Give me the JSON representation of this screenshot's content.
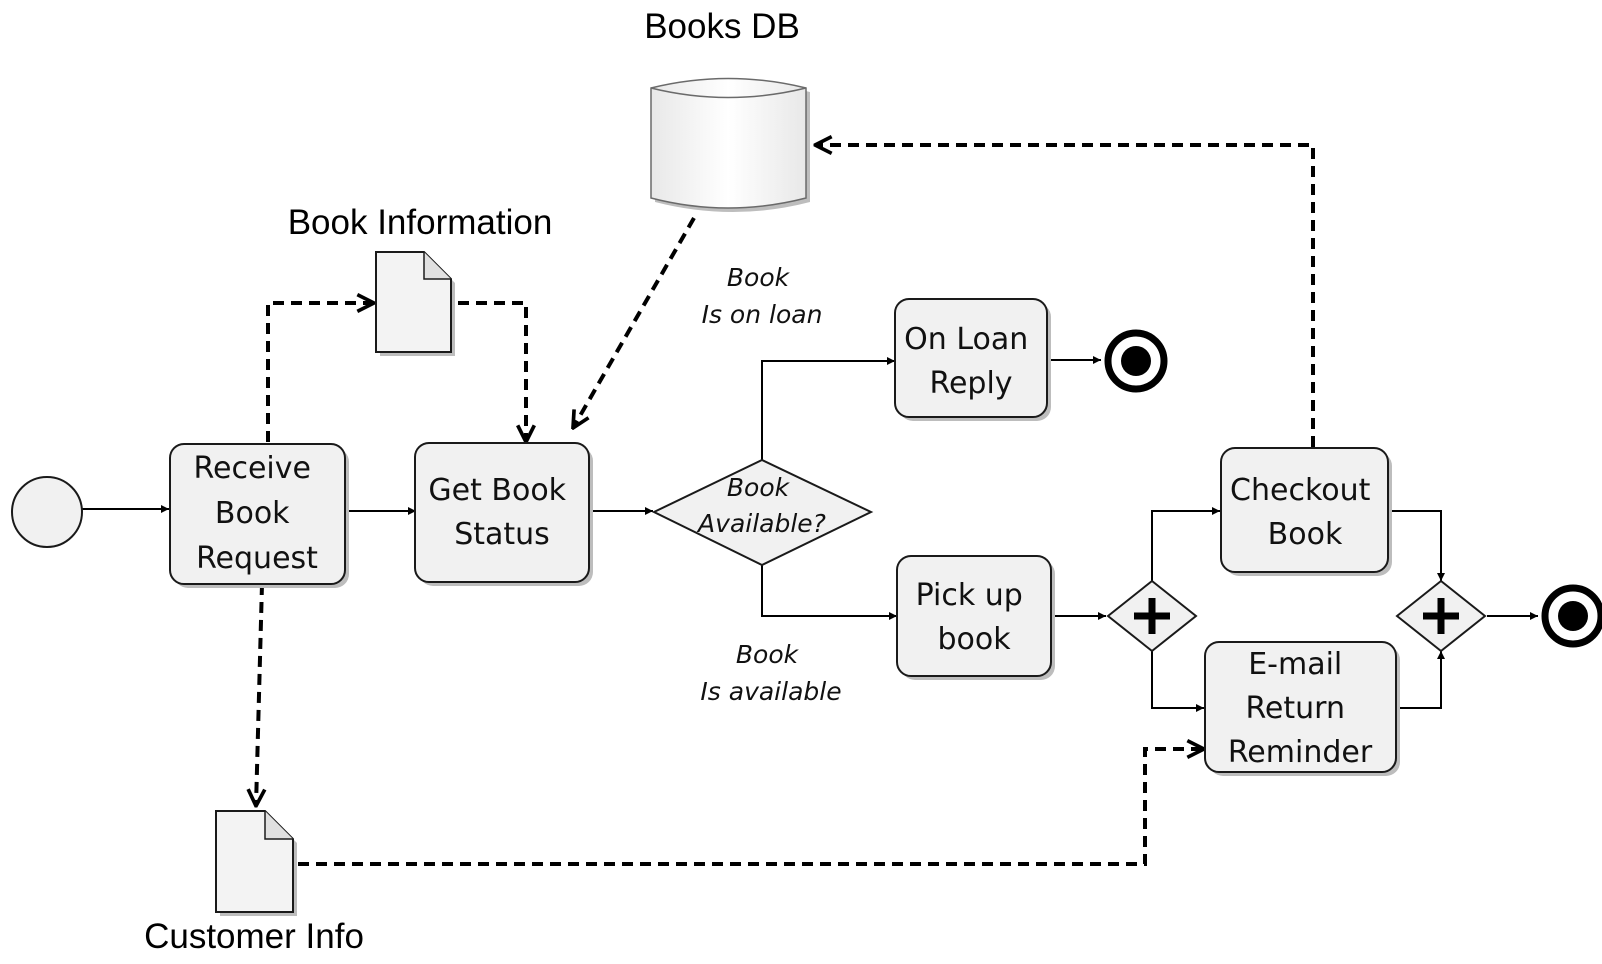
{
  "data_stores": [
    {
      "label": "Books DB"
    }
  ],
  "data_objects": [
    {
      "label": "Book Information"
    },
    {
      "label": "Customer Info"
    }
  ],
  "tasks": [
    {
      "lines": [
        "Receive",
        "Book",
        "Request"
      ]
    },
    {
      "lines": [
        "Get Book",
        "Status"
      ]
    },
    {
      "lines": [
        "On Loan",
        "Reply"
      ]
    },
    {
      "lines": [
        "Pick up",
        "book"
      ]
    },
    {
      "lines": [
        "Checkout",
        "Book"
      ]
    },
    {
      "lines": [
        "E-mail",
        "Return",
        "Reminder"
      ]
    }
  ],
  "gateways": {
    "decision": {
      "lines": [
        "Book",
        "Available?"
      ]
    },
    "split_icon": "plus-icon",
    "join_icon": "plus-icon"
  },
  "flow_labels": {
    "on_loan": [
      "Book",
      "Is on loan"
    ],
    "available": [
      "Book",
      "Is available"
    ]
  },
  "events": [
    "start-event",
    "end-event",
    "end-event"
  ]
}
